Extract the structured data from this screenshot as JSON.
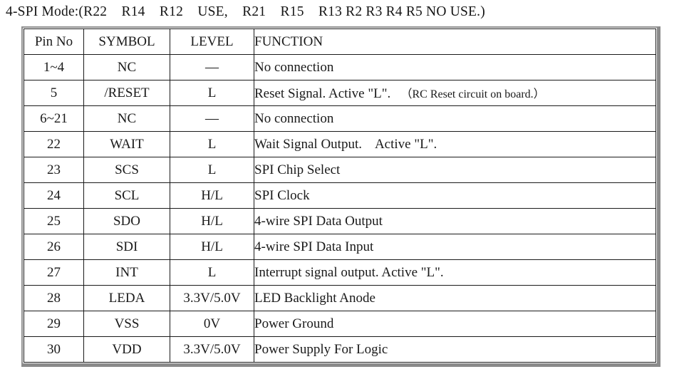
{
  "page": {
    "title": "4-SPI Mode:(R22    R14    R12    USE,    R21    R15    R13 R2 R3 R4 R5 NO USE.)"
  },
  "table": {
    "headers": {
      "pin": "Pin No",
      "symbol": "SYMBOL",
      "level": "LEVEL",
      "function": "FUNCTION"
    },
    "rows": [
      {
        "pin": "1~4",
        "symbol": "NC",
        "level": "—",
        "function": "No connection"
      },
      {
        "pin": "5",
        "symbol": "/RESET",
        "level": "L",
        "function": "Reset Signal. Active \"L\".   ",
        "function_note": "（RC Reset circuit on board.）"
      },
      {
        "pin": "6~21",
        "symbol": "NC",
        "level": "—",
        "function": "No connection"
      },
      {
        "pin": "22",
        "symbol": "WAIT",
        "level": "L",
        "function": "Wait Signal Output.    Active \"L\"."
      },
      {
        "pin": "23",
        "symbol": "SCS",
        "level": "L",
        "function": "SPI Chip Select"
      },
      {
        "pin": "24",
        "symbol": "SCL",
        "level": "H/L",
        "function": "SPI Clock"
      },
      {
        "pin": "25",
        "symbol": "SDO",
        "level": "H/L",
        "function": "4-wire SPI Data Output"
      },
      {
        "pin": "26",
        "symbol": "SDI",
        "level": "H/L",
        "function": "4-wire SPI Data Input"
      },
      {
        "pin": "27",
        "symbol": "INT",
        "level": "L",
        "function": "Interrupt signal output. Active \"L\"."
      },
      {
        "pin": "28",
        "symbol": "LEDA",
        "level": "3.3V/5.0V",
        "function": "LED Backlight Anode"
      },
      {
        "pin": "29",
        "symbol": "VSS",
        "level": "0V",
        "function": "Power Ground"
      },
      {
        "pin": "30",
        "symbol": "VDD",
        "level": "3.3V/5.0V",
        "function": "Power Supply For Logic"
      }
    ]
  }
}
